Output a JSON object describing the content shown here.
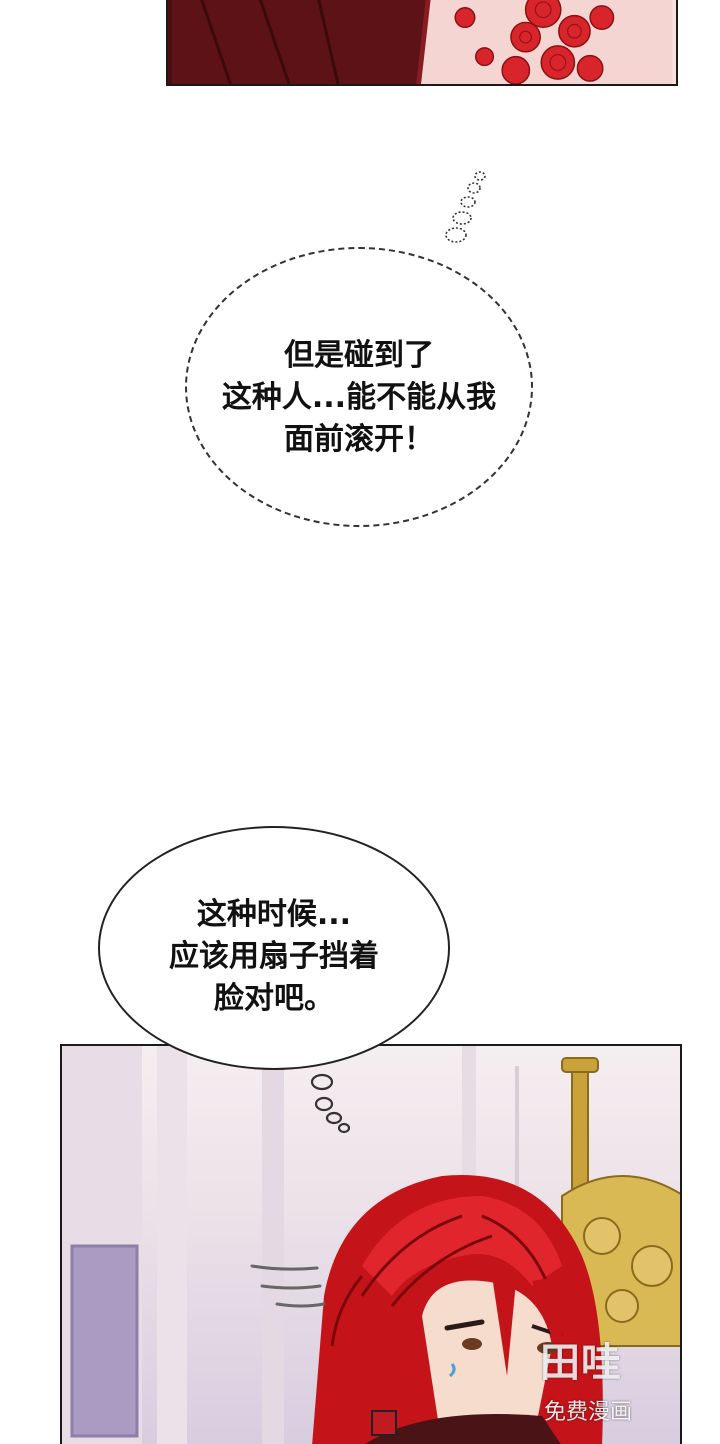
{
  "bubbles": {
    "thought_1": {
      "lines": [
        "但是碰到了",
        "这种人...能不能从我",
        "面前滚开！"
      ]
    },
    "speech_1": {
      "lines": [
        "这种时候...",
        "应该用扇子挡着",
        "脸对吧。"
      ]
    }
  },
  "watermark": {
    "logo": "田哇",
    "sub": "免费漫画"
  },
  "colors": {
    "hair_red": "#c4141a",
    "rose_red": "#d8252b",
    "dress_pink": "#f4d5d2",
    "outline": "#1a1a1a",
    "gold_chair": "#c9a23a"
  }
}
